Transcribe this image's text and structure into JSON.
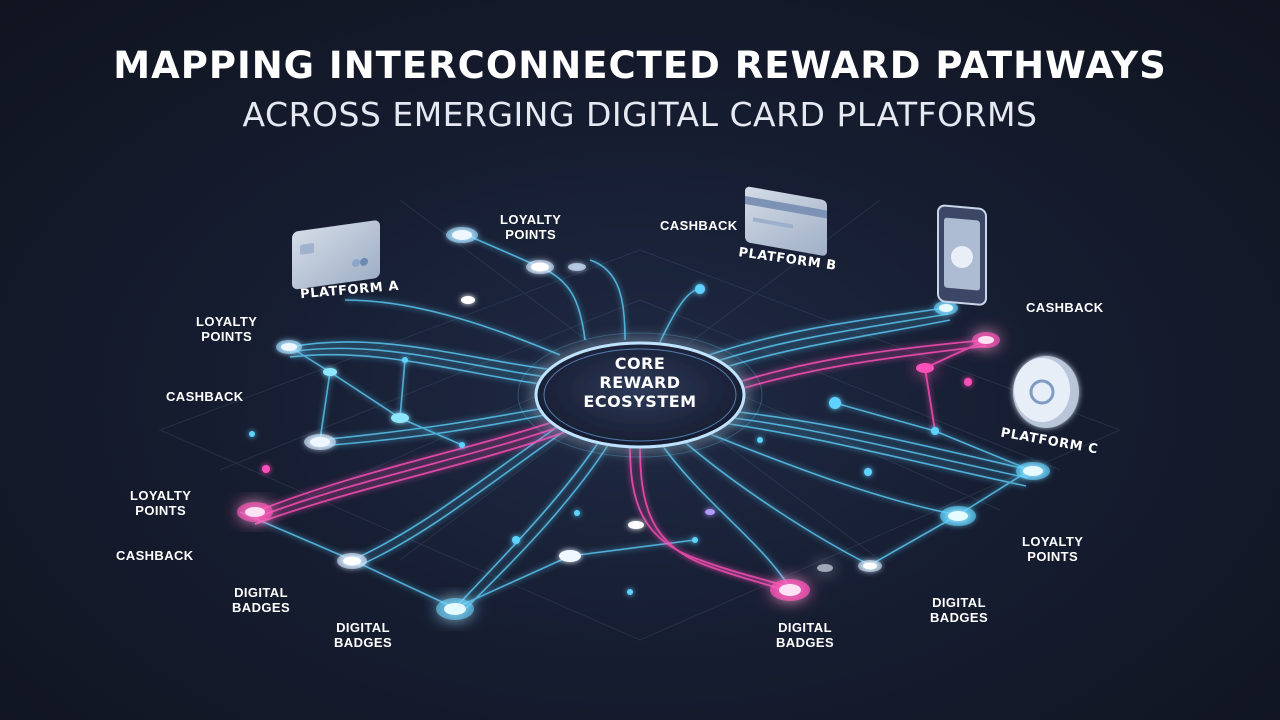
{
  "title": {
    "line1": "MAPPING INTERCONNECTED REWARD PATHWAYS",
    "line2": "ACROSS EMERGING DIGITAL CARD PLATFORMS"
  },
  "core": {
    "line1": "CORE",
    "line2": "REWARD",
    "line3": "ECOSYSTEM"
  },
  "platforms": {
    "a": "PLATFORM A",
    "b": "PLATFORM B",
    "c": "PLATFORM C"
  },
  "labels": {
    "loyalty_points_top": "LOYALTY\nPOINTS",
    "cashback_top": "CASHBACK",
    "loyalty_points_left": "LOYALTY\nPOINTS",
    "cashback_left": "CASHBACK",
    "loyalty_points_left_low": "LOYALTY\nPOINTS",
    "cashback_left_low": "CASHBACK",
    "digital_badges_left": "DIGITAL\nBADGES",
    "digital_badges_bottom_left": "DIGITAL\nBADGES",
    "digital_badges_bottom": "DIGITAL\nBADGES",
    "digital_badges_right": "DIGITAL\nBADGES",
    "loyalty_points_right": "LOYALTY\nPOINTS",
    "cashback_right": "CASHBACK"
  },
  "colors": {
    "cyan": "#5fd3ff",
    "blue": "#6aa7ff",
    "magenta": "#ff4fb8",
    "node_white": "#eef6ff",
    "core_ring": "#bfe3ff"
  }
}
